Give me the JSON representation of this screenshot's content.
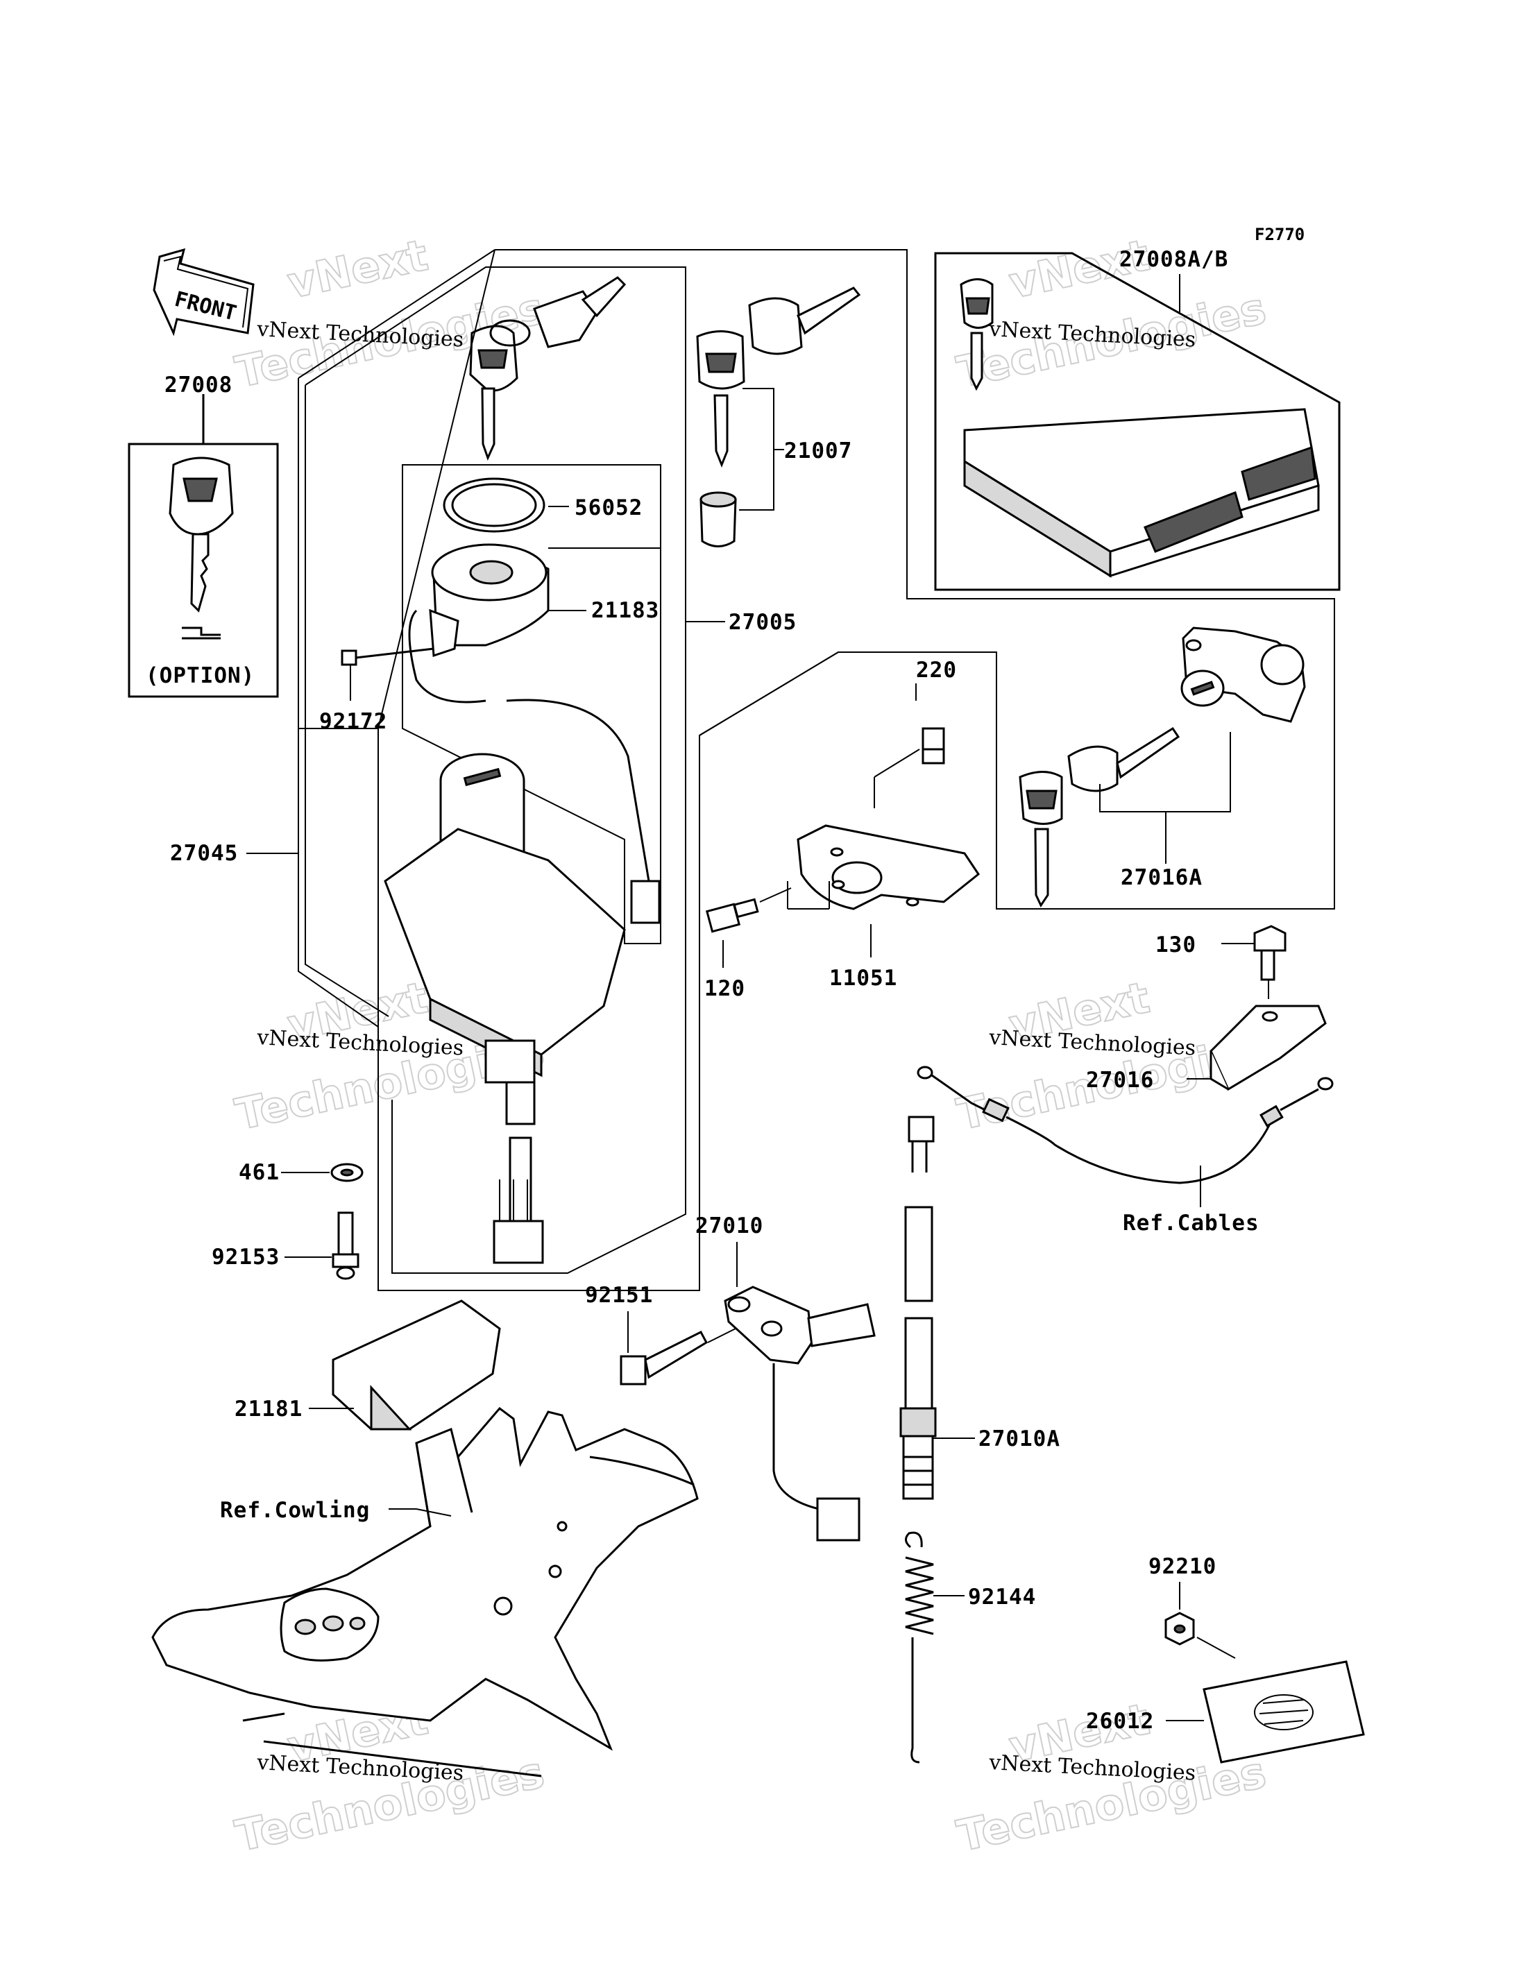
{
  "figure_id": "F2770",
  "front_arrow": "FRONT",
  "option_note": "(OPTION)",
  "watermark": {
    "line1": "vNext",
    "line2": "vNext Technologies",
    "line3": "Technologies"
  },
  "part_numbers": {
    "p27008": "27008",
    "p27008ab": "27008A/B",
    "p21007": "21007",
    "p56052": "56052",
    "p21183": "21183",
    "p27005": "27005",
    "p92172": "92172",
    "p220": "220",
    "p27045": "27045",
    "p27016A": "27016A",
    "p120": "120",
    "p11051": "11051",
    "p130": "130",
    "p27016": "27016",
    "p461": "461",
    "p92153": "92153",
    "p27010": "27010",
    "p92151": "92151",
    "refCables": "Ref.Cables",
    "p21181": "21181",
    "p27010A": "27010A",
    "refCowling": "Ref.Cowling",
    "p92210": "92210",
    "p92144": "92144",
    "p26012": "26012"
  }
}
